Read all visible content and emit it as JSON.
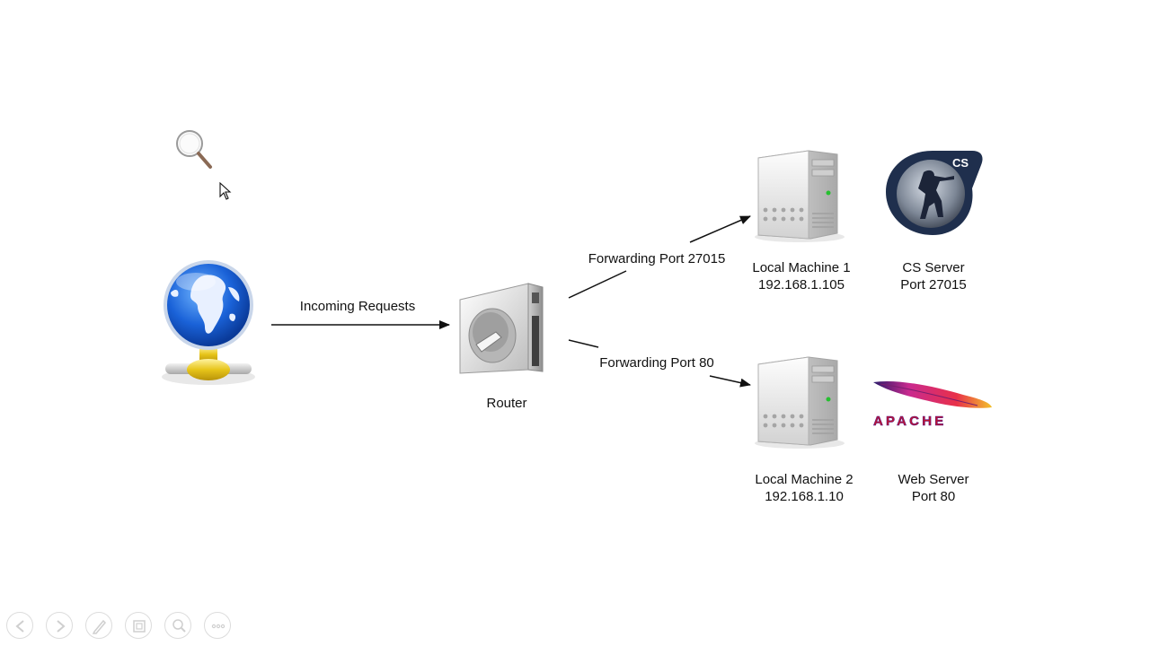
{
  "diagram": {
    "incoming_label": "Incoming Requests",
    "router_label": "Router",
    "forward_top_label": "Forwarding Port 27015",
    "forward_bottom_label": "Forwarding Port 80",
    "machine1": {
      "name": "Local Machine 1",
      "ip": "192.168.1.105"
    },
    "machine2": {
      "name": "Local Machine 2",
      "ip": "192.168.1.10"
    },
    "service1": {
      "name": "CS Server",
      "port": "Port 27015",
      "logo_text": "CS"
    },
    "service2": {
      "name": "Web Server",
      "port": "Port 80",
      "logo_text": "APACHE"
    }
  },
  "slideshow_controls": [
    {
      "name": "previous-slide-button",
      "icon": "arrow-left-icon"
    },
    {
      "name": "next-slide-button",
      "icon": "arrow-right-icon"
    },
    {
      "name": "pen-tool-button",
      "icon": "pen-icon"
    },
    {
      "name": "slide-overview-button",
      "icon": "slides-grid-icon"
    },
    {
      "name": "zoom-button",
      "icon": "magnifier-icon"
    },
    {
      "name": "more-options-button",
      "icon": "more-icon"
    }
  ],
  "colors": {
    "globe_ocean": "#1a62d8",
    "land": "#e8f0ff",
    "pipe": "#e7c51a",
    "apache_text": "#c0142d",
    "feather": "#c92a8f"
  }
}
